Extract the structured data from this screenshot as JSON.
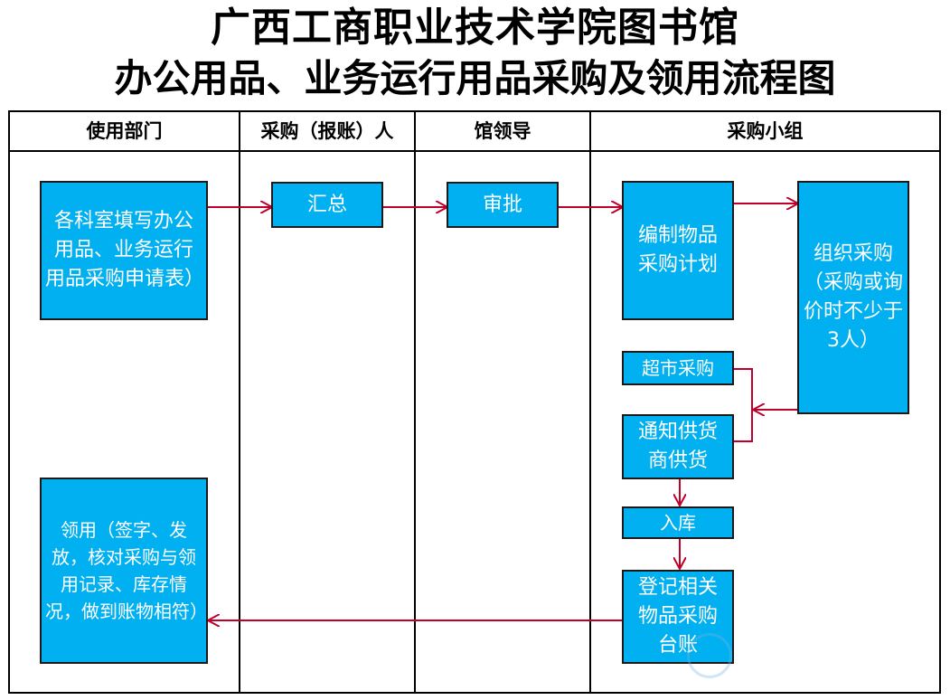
{
  "title": "广西工商职业技术学院图书馆",
  "subtitle": "办公用品、业务运行用品采购及领用流程图",
  "lanes": [
    "使用部门",
    "采购（报账）人",
    "馆领导",
    "采购小组"
  ],
  "nodes": {
    "apply": "各科室填写办公用品、业务运行用品采购申请表）",
    "summary": "汇总",
    "approve": "审批",
    "plan": "编制物品采购计划",
    "organize": "组织采购（采购或询价时不少于3人）",
    "supermarket": "超市采购",
    "notify": "通知供货商供货",
    "storage": "入库",
    "register": "登记相关物品采购台账",
    "receive": "领用（签字、发放，核对采购与领用记录、库存情况，做到账物相符）"
  },
  "colors": {
    "box_fill": "#00b0f0",
    "arrow": "#c0002a"
  }
}
